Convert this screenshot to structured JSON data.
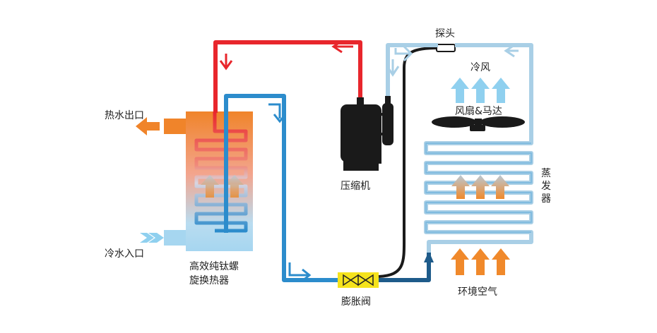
{
  "labels": {
    "hot_water_out": "热水出口",
    "cold_water_in": "冷水入口",
    "heat_exchanger_line1": "高效纯钛螺",
    "heat_exchanger_line2": "旋换热器",
    "expansion_valve": "膨胀阀",
    "compressor": "压缩机",
    "probe": "探头",
    "cold_air": "冷风",
    "fan_motor": "风扇&马达",
    "evaporator_c1": "蒸",
    "evaporator_c2": "发",
    "evaporator_c3": "器",
    "ambient_air": "环境空气"
  },
  "colors": {
    "hot_pipe": "#e8262c",
    "cold_pipe": "#2c8ccc",
    "dark_pipe": "#1a1a1a",
    "evaporator_pipe": "#a9cfe6",
    "orange": "#f0892b",
    "light_blue": "#8fd0ef",
    "valve": "#f5e31c"
  }
}
